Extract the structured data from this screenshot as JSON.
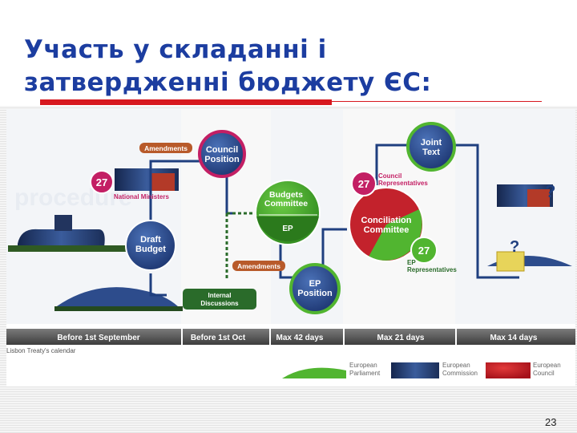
{
  "slide": {
    "title_line1": "Участь у складанні і",
    "title_line2": "затвердженні бюджету ЄС:",
    "page_number": "23"
  },
  "diagram": {
    "background_watermark": "procedure",
    "nodes": {
      "council_position": {
        "line1": "Council",
        "line2": "Position"
      },
      "draft_budget": {
        "line1": "Draft",
        "line2": "Budget"
      },
      "budgets_committee": {
        "line1": "Budgets",
        "line2": "Committee",
        "sub": "EP"
      },
      "ep_position": {
        "line1": "EP",
        "line2": "Position"
      },
      "joint_text": {
        "line1": "Joint",
        "line2": "Text"
      },
      "conciliation": {
        "line1": "Conciliation",
        "line2": "Committee"
      }
    },
    "labels": {
      "amendments_top": "Amendments",
      "amendments_mid": "Amendments",
      "national_ministers": "National Ministers",
      "internal_line1": "Internal",
      "internal_line2": "Discussions",
      "council_reps_line1": "Council",
      "council_reps_line2": "Representatives",
      "ep_reps_line1": "EP",
      "ep_reps_line2": "Representatives",
      "badge_27_a": "27",
      "badge_27_b": "27",
      "badge_27_c": "27",
      "question_a": "?",
      "question_b": "?"
    },
    "timeline": [
      {
        "label": "Before 1st September"
      },
      {
        "label": "Before 1st Oct"
      },
      {
        "label": "Max 42 days"
      },
      {
        "label": "Max 21 days"
      },
      {
        "label": "Max 14 days"
      }
    ],
    "caption": "Lisbon Treaty's calendar",
    "legend": [
      {
        "line1": "European",
        "line2": "Parliament"
      },
      {
        "line1": "European",
        "line2": "Commission"
      },
      {
        "line1": "European",
        "line2": "Council"
      }
    ],
    "colors": {
      "navy": "#1f3f7f",
      "magenta": "#c31f64",
      "green": "#51b530",
      "dark_green": "#2a6b2a",
      "red": "#d7181e",
      "amendment_label": "#b85a2a"
    }
  }
}
